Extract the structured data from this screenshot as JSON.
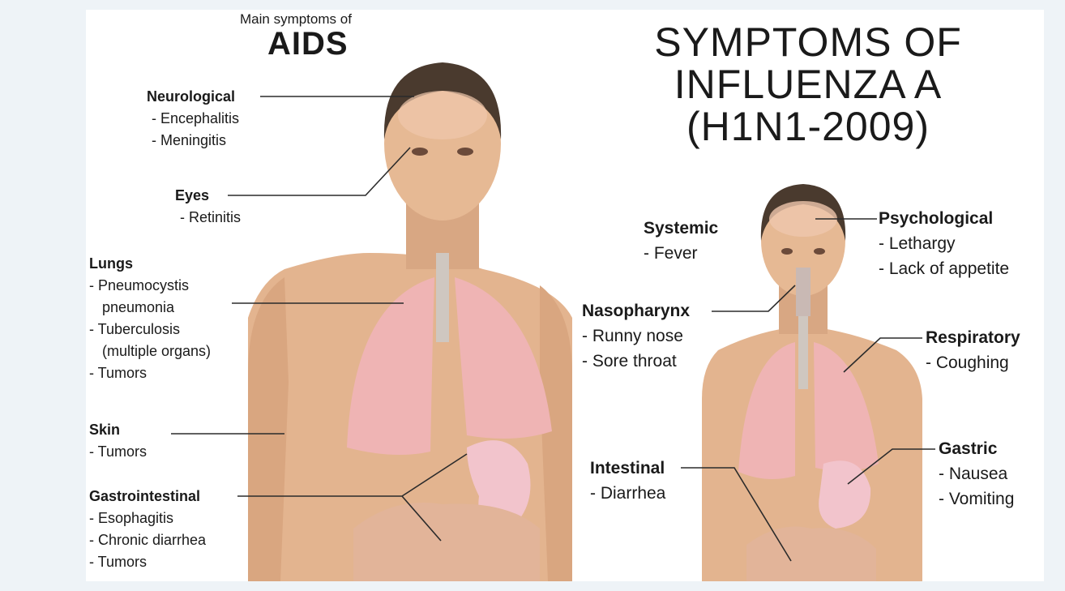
{
  "colors": {
    "background": "#eef3f7",
    "panel": "#ffffff",
    "text": "#1a1a1a",
    "skin": "#e3b48f",
    "lungs": "#efb4b4",
    "hair": "#4a3a2e",
    "stomach": "#f2c4cc",
    "intestine": "#e2b499"
  },
  "aids": {
    "subtitle": "Main symptoms of",
    "title": "AIDS",
    "groups": [
      {
        "heading": "Neurological",
        "items": [
          "- Encephalitis",
          "- Meningitis"
        ]
      },
      {
        "heading": "Eyes",
        "items": [
          "- Retinitis"
        ]
      },
      {
        "heading": "Lungs",
        "items": [
          "- Pneumocystis",
          "pneumonia",
          "- Tuberculosis",
          "(multiple organs)",
          "- Tumors"
        ]
      },
      {
        "heading": "Skin",
        "items": [
          "- Tumors"
        ]
      },
      {
        "heading": "Gastrointestinal",
        "items": [
          "- Esophagitis",
          "- Chronic diarrhea",
          "- Tumors"
        ]
      }
    ]
  },
  "influenza": {
    "title_lines": [
      "SYMPTOMS OF",
      "INFLUENZA A",
      "(H1N1-2009)"
    ],
    "groups": [
      {
        "heading": "Systemic",
        "items": [
          "- Fever"
        ]
      },
      {
        "heading": "Psychological",
        "items": [
          "- Lethargy",
          "- Lack of appetite"
        ]
      },
      {
        "heading": "Nasopharynx",
        "items": [
          "- Runny nose",
          "- Sore throat"
        ]
      },
      {
        "heading": "Respiratory",
        "items": [
          "- Coughing"
        ]
      },
      {
        "heading": "Intestinal",
        "items": [
          "- Diarrhea"
        ]
      },
      {
        "heading": "Gastric",
        "items": [
          "- Nausea",
          "- Vomiting"
        ]
      }
    ]
  }
}
